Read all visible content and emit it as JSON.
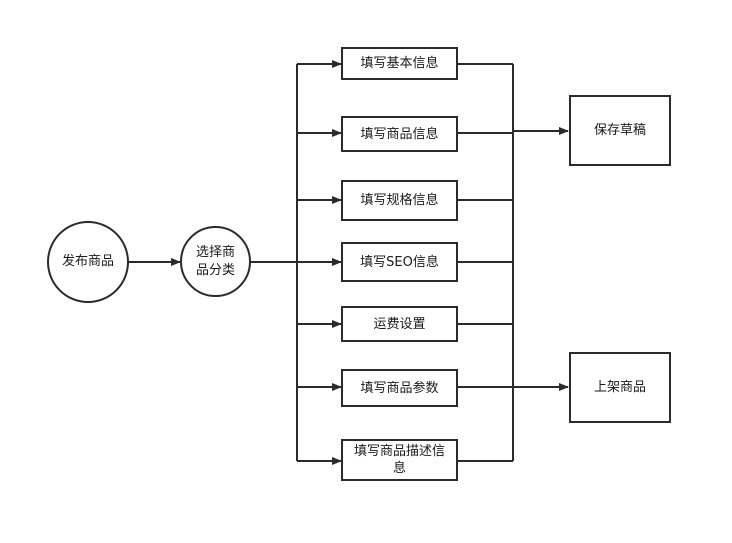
{
  "diagram": {
    "start": "发布商品",
    "category": "选择商\n品分类",
    "steps": [
      "填写基本信息",
      "填写商品信息",
      "填写规格信息",
      "填写SEO信息",
      "运费设置",
      "填写商品参数",
      "填写商品描述信\n息"
    ],
    "save_draft": "保存草稿",
    "publish": "上架商品"
  }
}
